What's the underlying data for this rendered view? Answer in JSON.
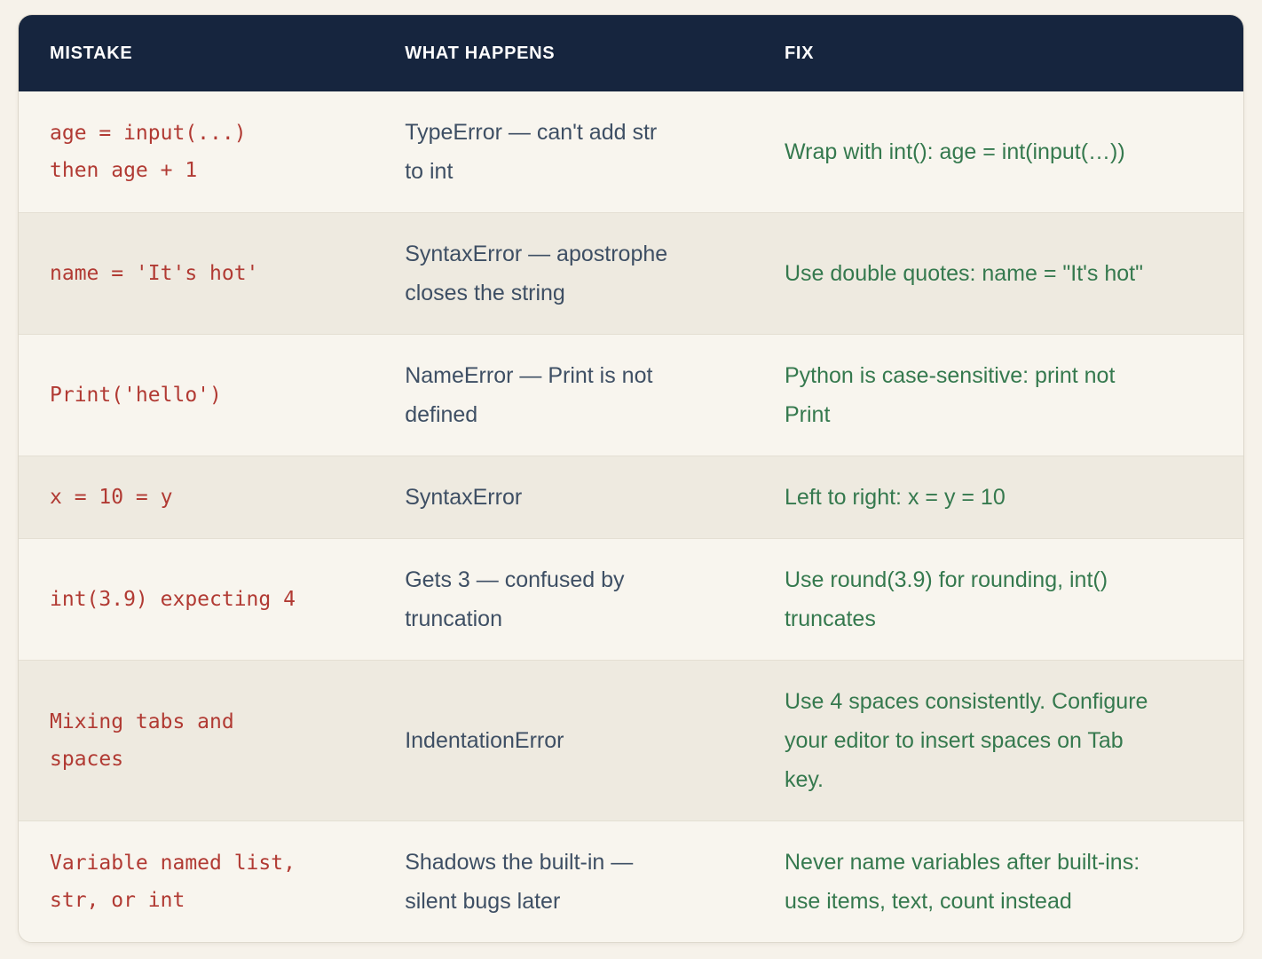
{
  "colors": {
    "page_background": "#f6f2ea",
    "card_background": "#f8f5ee",
    "card_border": "#ddd8cc",
    "header_background": "#16253e",
    "header_text": "#ffffff",
    "row_alt_background": "#eeeae0",
    "row_divider": "#e4dfd3",
    "mistake_code_text": "#b13a33",
    "what_happens_text": "#3e4f64",
    "fix_text": "#35794e"
  },
  "table": {
    "columns": [
      {
        "id": "mistake",
        "label": "MISTAKE"
      },
      {
        "id": "what_happens",
        "label": "WHAT HAPPENS"
      },
      {
        "id": "fix",
        "label": "FIX"
      }
    ],
    "rows": [
      {
        "mistake": "age = input(...)\nthen age + 1",
        "what_happens": "TypeError — can't add str\nto int",
        "fix": "Wrap with int(): age = int(input(…))"
      },
      {
        "mistake": "name = 'It's hot'",
        "what_happens": "SyntaxError — apostrophe\ncloses the string",
        "fix": "Use double quotes: name = \"It's hot\""
      },
      {
        "mistake": "Print('hello')",
        "what_happens": "NameError — Print is not\ndefined",
        "fix": "Python is case-sensitive: print not\nPrint"
      },
      {
        "mistake": "x = 10 = y",
        "what_happens": "SyntaxError",
        "fix": "Left to right: x = y = 10"
      },
      {
        "mistake": "int(3.9) expecting 4",
        "what_happens": "Gets 3 — confused by\ntruncation",
        "fix": "Use round(3.9) for rounding, int()\ntruncates"
      },
      {
        "mistake": "Mixing tabs and\nspaces",
        "what_happens": "IndentationError",
        "fix": "Use 4 spaces consistently. Configure\nyour editor to insert spaces on Tab\nkey."
      },
      {
        "mistake": "Variable named list,\nstr, or int",
        "what_happens": "Shadows the built-in —\nsilent bugs later",
        "fix": "Never name variables after built-ins:\nuse items, text, count instead"
      }
    ]
  }
}
